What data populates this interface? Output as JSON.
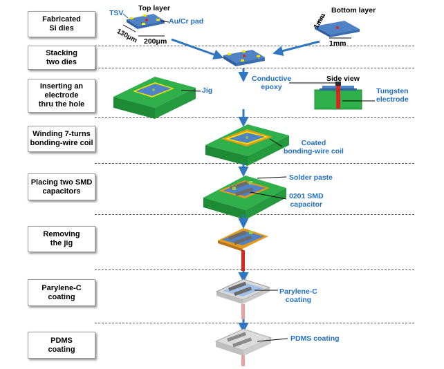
{
  "steps": [
    {
      "label": "Fabricated\nSi dies"
    },
    {
      "label": "Stacking\ntwo dies"
    },
    {
      "label": "Inserting an\nelectrode\nthru the hole"
    },
    {
      "label": "Winding 7-turns\nbonding-wire coil"
    },
    {
      "label": "Placing two SMD\ncapacitors"
    },
    {
      "label": "Removing\nthe jig"
    },
    {
      "label": "Parylene-C\ncoating"
    },
    {
      "label": "PDMS\ncoating"
    }
  ],
  "labels": {
    "tsv": "TSV",
    "top_layer": "Top layer",
    "aucr_pad": "Au/Cr pad",
    "dim_130": "130μm",
    "dim_200": "200μm",
    "bottom_layer": "Bottom layer",
    "dim_1mm_a": "1mm",
    "dim_1mm_b": "1mm",
    "jig": "Jig",
    "conductive_epoxy": "Conductive\nepoxy",
    "side_view": "Side view",
    "tungsten_electrode": "Tungsten\nelectrode",
    "coated_coil": "Coated\nbonding-wire coil",
    "solder_paste": "Solder paste",
    "smd_capacitor": "0201 SMD\ncapacitor",
    "parylene_coating": "Parylene-C\ncoating",
    "pdms_coating": "PDMS coating"
  },
  "colors": {
    "blue_text": "#1f6fc6",
    "die_blue": "#4f83c6",
    "jig_green": "#2fb04a",
    "pad_yellow": "#f2e400",
    "coil_orange": "#e59a1c",
    "electrode_red": "#d6281e",
    "arrow_blue": "#2f77c0"
  }
}
